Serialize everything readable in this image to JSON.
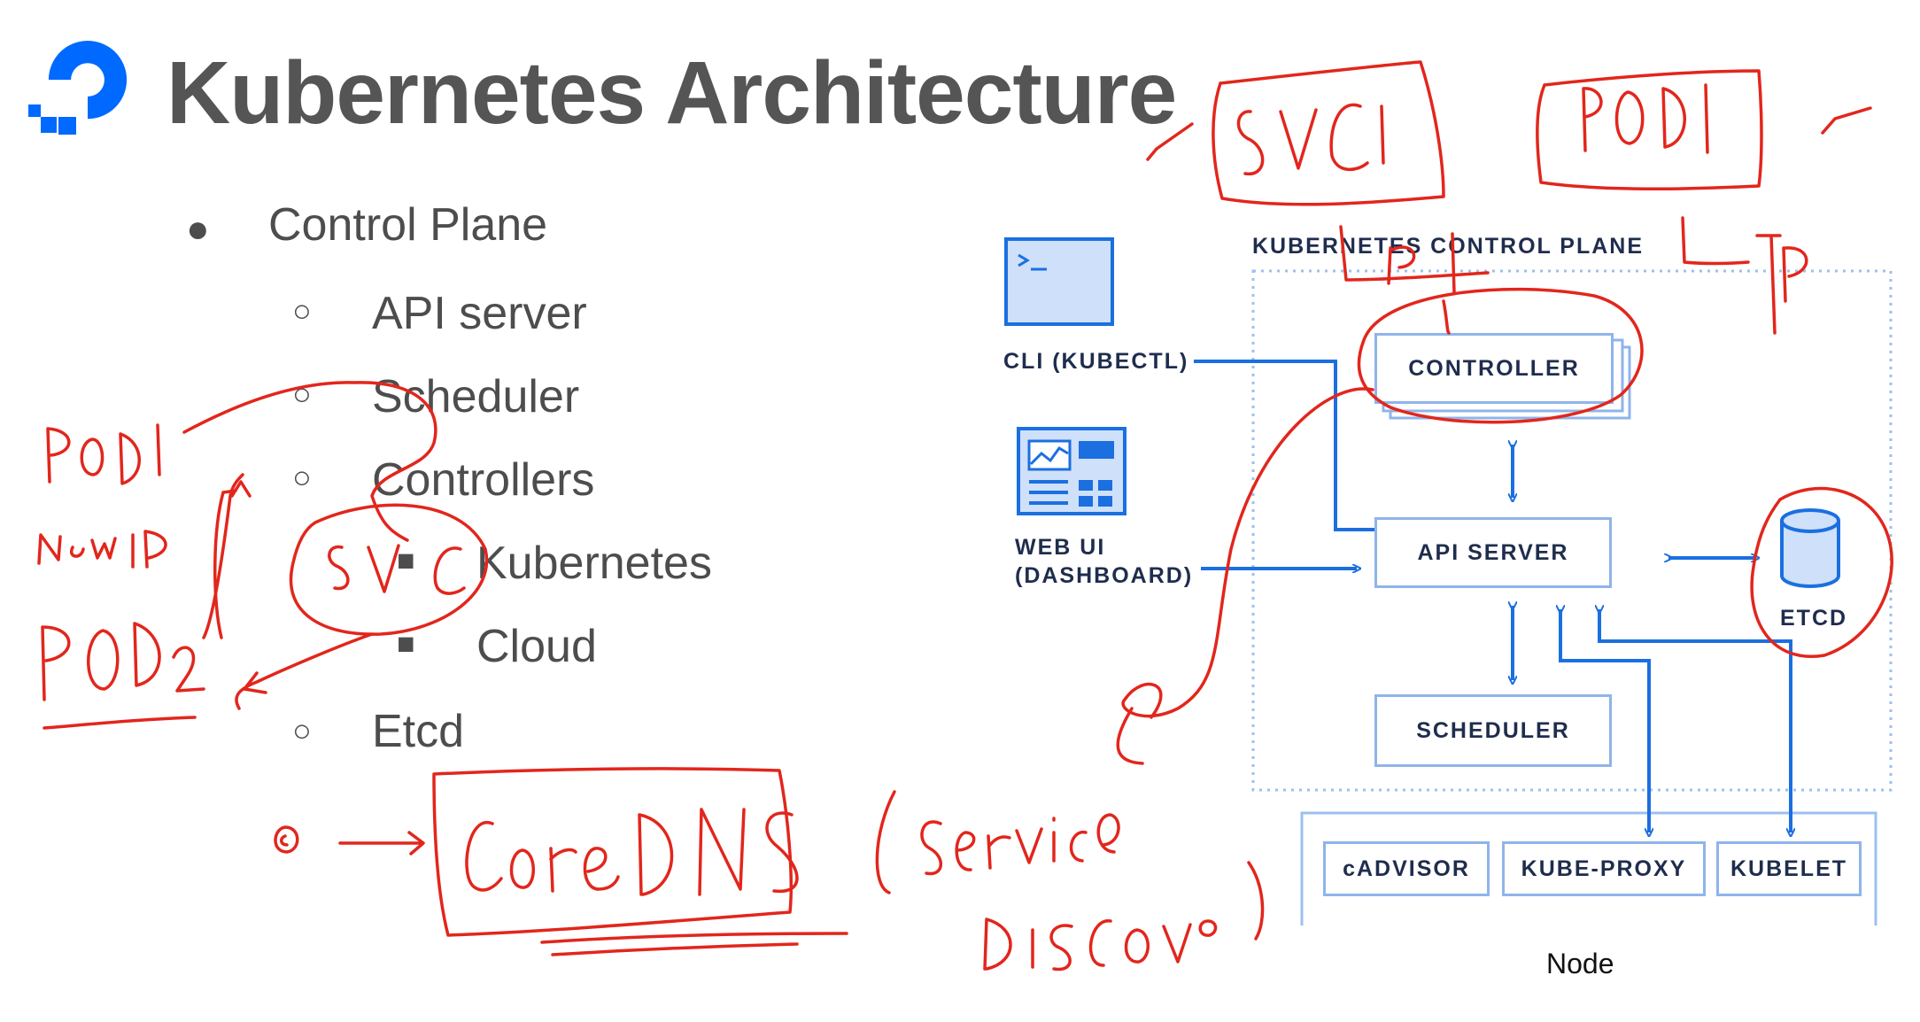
{
  "header": {
    "title": "Kubernetes Architecture",
    "logo_icon": "digitalocean-logo-icon"
  },
  "slide": {
    "bullets": {
      "control_plane": "Control Plane",
      "api_server": "API server",
      "scheduler": "Scheduler",
      "controllers": "Controllers",
      "kubernetes": "Kubernetes",
      "cloud": "Cloud",
      "etcd": "Etcd"
    }
  },
  "diagram": {
    "control_plane_title": "KUBERNETES CONTROL PLANE",
    "cli_label": "CLI (KUBECTL)",
    "cli_prompt": ">_",
    "web_ui_label_line1": "WEB UI",
    "web_ui_label_line2": "(DASHBOARD)",
    "controller": "CONTROLLER",
    "api_server": "API SERVER",
    "scheduler": "SCHEDULER",
    "etcd": "ETCD",
    "cadvisor": "cADVISOR",
    "kube_proxy": "KUBE-PROXY",
    "kubelet": "KUBELET",
    "node": "Node"
  },
  "colors": {
    "title_gray": "#555555",
    "diagram_blue": "#1b6fe0",
    "box_border": "#8fb4ea",
    "ink_red": "#e2261c",
    "logo_blue": "#0069ff"
  }
}
